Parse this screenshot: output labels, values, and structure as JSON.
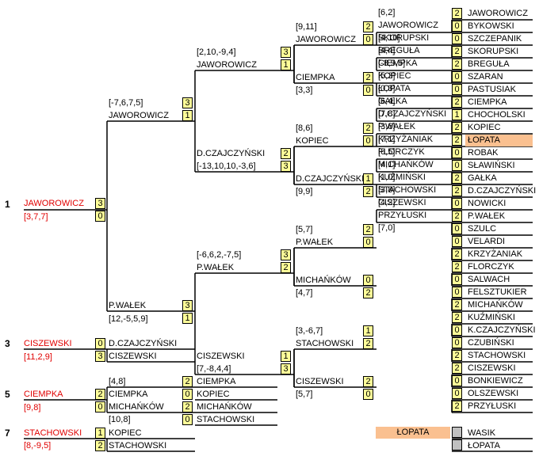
{
  "ranks": {
    "r1": "1",
    "r3": "3",
    "r5": "5",
    "r7": "7"
  },
  "right_column": {
    "names": [
      "JAWOROWICZ",
      "BYKOWSKI",
      "SZCZEPANIK",
      "SKORUPSKI",
      "BREGUŁA",
      "SZARAN",
      "PASTUSIAK",
      "CIEMPKA",
      "CHOCHOLSKI",
      "KOPIEC",
      "ŁOPATA",
      "ROBAK",
      "SŁAWIŃSKI",
      "GAŁKA",
      "D.CZAJCZYŃSKI",
      "NOWICKI",
      "P.WAŁEK",
      "SZULC",
      "VELARDI",
      "KRZYŻANIAK",
      "FLORCZYK",
      "SALWACH",
      "FELSZTUKIER",
      "MICHAŃKÓW",
      "KUŹMIŃSKI",
      "K.CZAJCZYŃSKI",
      "CZUBIŃSKI",
      "STACHOWSKI",
      "CISZEWSKI",
      "BONKIEWICZ",
      "OLSZEWSKI",
      "PRZYŁUSKI"
    ],
    "scores": [
      "2",
      "0",
      "0",
      "2",
      "2",
      "0",
      "0",
      "2",
      "1",
      "2",
      "2",
      "0",
      "0",
      "2",
      "2",
      "0",
      "2",
      "0",
      "0",
      "2",
      "2",
      "0",
      "0",
      "2",
      "2",
      "0",
      "0",
      "2",
      "2",
      "0",
      "0",
      "2"
    ]
  },
  "r16": {
    "names": [
      "JAWOROWICZ",
      "SKORUPSKI",
      "BREGUŁA",
      "CIEMPKA",
      "KOPIEC",
      "ŁOPATA",
      "GAŁKA",
      "D.CZAJCZYŃSKI",
      "P.WAŁEK",
      "KRZYŻANIAK",
      "FLORCZYK",
      "MICHAŃKÓW",
      "KUŹMIŃSKI",
      "STACHOWSKI",
      "CISZEWSKI",
      "PRZYŁUSKI"
    ],
    "scores": [
      "2",
      "0",
      "0",
      "2",
      "2",
      "0",
      "0",
      "2",
      "2",
      "0",
      "0",
      "2",
      "1",
      "2",
      "2",
      "0"
    ],
    "sets": [
      "[6,2]",
      "[4,4]",
      "[4,10]",
      "[5,3]",
      "[-8,9,5]",
      "[6,4]",
      "[0,3]",
      "[3,6]",
      "[7,8]",
      "[6,5]",
      "[7,1]",
      "[1,0]",
      "[4,1]",
      "[4,2]",
      "[3,8]",
      "[7,0]"
    ]
  },
  "qf": {
    "names": [
      "JAWOROWICZ",
      "CIEMPKA",
      "KOPIEC",
      "D.CZAJCZYŃSKI",
      "P.WAŁEK",
      "MICHAŃKÓW",
      "STACHOWSKI",
      "CISZEWSKI"
    ],
    "scores": [
      "2",
      "0",
      "2",
      "0",
      "2",
      "0",
      "1",
      "2",
      "2",
      "0",
      "0",
      "2",
      "1",
      "2",
      "2",
      "0"
    ],
    "sets": [
      "[9,11]",
      "[3,3]",
      "[8,6]",
      "[9,9]",
      "[5,7]",
      "[4,7]",
      "[3,-6,7]",
      "[5,7]"
    ]
  },
  "sf": {
    "names": [
      "JAWOROWICZ",
      "D.CZAJCZYŃSKI",
      "P.WAŁEK",
      "CISZEWSKI"
    ],
    "scores": [
      "3",
      "1",
      "2",
      "3",
      "3",
      "2",
      "1",
      "3"
    ],
    "sets": [
      "[2,10,-9,4]",
      "[-13,10,10,-3,6]",
      "[-6,6,2,-7,5]",
      "[7,-8,4,4]"
    ]
  },
  "final": {
    "names": [
      "JAWOROWICZ",
      "P.WAŁEK"
    ],
    "scores": [
      "3",
      "1",
      "3",
      "1"
    ],
    "sets": [
      "[-7,6,7,5]",
      "[12,-5,5,9]"
    ]
  },
  "winner": {
    "name": "JAWOROWICZ",
    "score1": "3",
    "score2": "0",
    "sets": "[3,7,7]"
  },
  "third": {
    "name": "CISZEWSKI",
    "sets": "[11,2,9]",
    "p1": "D.CZAJCZYŃSKI",
    "p2": "CISZEWSKI",
    "s1": "0",
    "s2": "3"
  },
  "fifth": {
    "name": "CIEMPKA",
    "sets": "[9,8]",
    "p1": "CIEMPKA",
    "p2": "MICHAŃKÓW",
    "s1": "2",
    "s2": "0",
    "semi": {
      "names": [
        "CIEMPKA",
        "KOPIEC",
        "MICHAŃKÓW",
        "STACHOWSKI"
      ],
      "scores": [
        "2",
        "0",
        "2",
        "0"
      ],
      "sets": [
        "[4,8]",
        "[10,8]"
      ]
    }
  },
  "seventh": {
    "name": "STACHOWSKI",
    "sets": "[8,-9,5]",
    "p1": "KOPIEC",
    "p2": "STACHOWSKI",
    "s1": "1",
    "s2": "2"
  },
  "extra": {
    "highlight": "ŁOPATA",
    "p1": "WASIK",
    "p2": "ŁOPATA"
  },
  "colors": {
    "score_bg": "#ffff99",
    "highlight_bg": "#fac090",
    "winner_text": "#e00000",
    "gray": "#c0c0c0"
  }
}
